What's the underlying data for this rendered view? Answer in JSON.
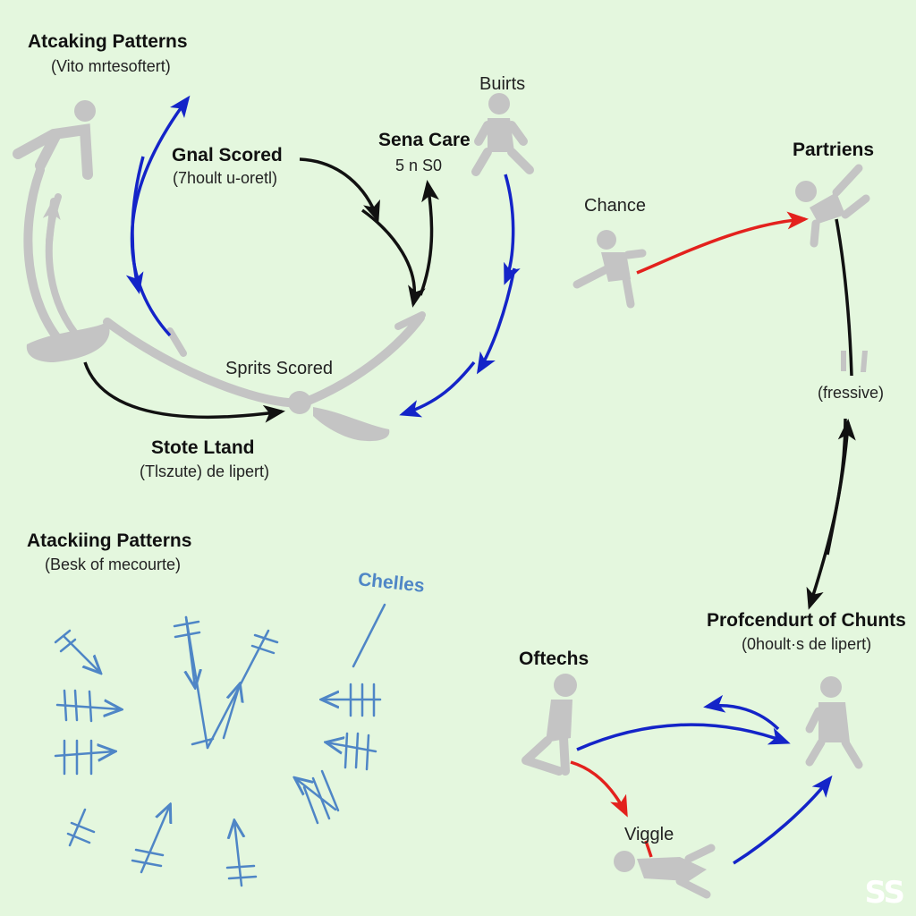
{
  "colors": {
    "background": "#e4f7de",
    "figure": "#c4c4c4",
    "black_arrow": "#111111",
    "blue_arrow": "#1424c8",
    "red_arrow": "#e3211d",
    "light_blue": "#4f86c6"
  },
  "top_left": {
    "title": "Atcaking Patterns",
    "subtitle": "(Vito mrtesoftert)",
    "goal_label": "Gnal Scored",
    "goal_sub": "(7hoult u-oretl)",
    "sena_label": "Sena Care",
    "sena_sub": "5 n S0",
    "buirts_label": "Buirts",
    "sprits_label": "Sprits Scored",
    "stote_label": "Stote Ltand",
    "stote_sub": "(Tlszute) de lipert)"
  },
  "right": {
    "partriens_label": "Partriens",
    "chance_label": "Chance",
    "fressive_label": "(fressive)",
    "profcendurt_label": "Profcendurt of Chunts",
    "profcendurt_sub": "(0hoult·s de lipert)"
  },
  "bottom_left": {
    "title": "Atackiing Patterns",
    "subtitle": "(Besk of mecourte)",
    "chelles_label": "Chelles"
  },
  "bottom_right": {
    "oftechs_label": "Oftechs",
    "viggle_label": "Viggle"
  },
  "watermark": "SS"
}
